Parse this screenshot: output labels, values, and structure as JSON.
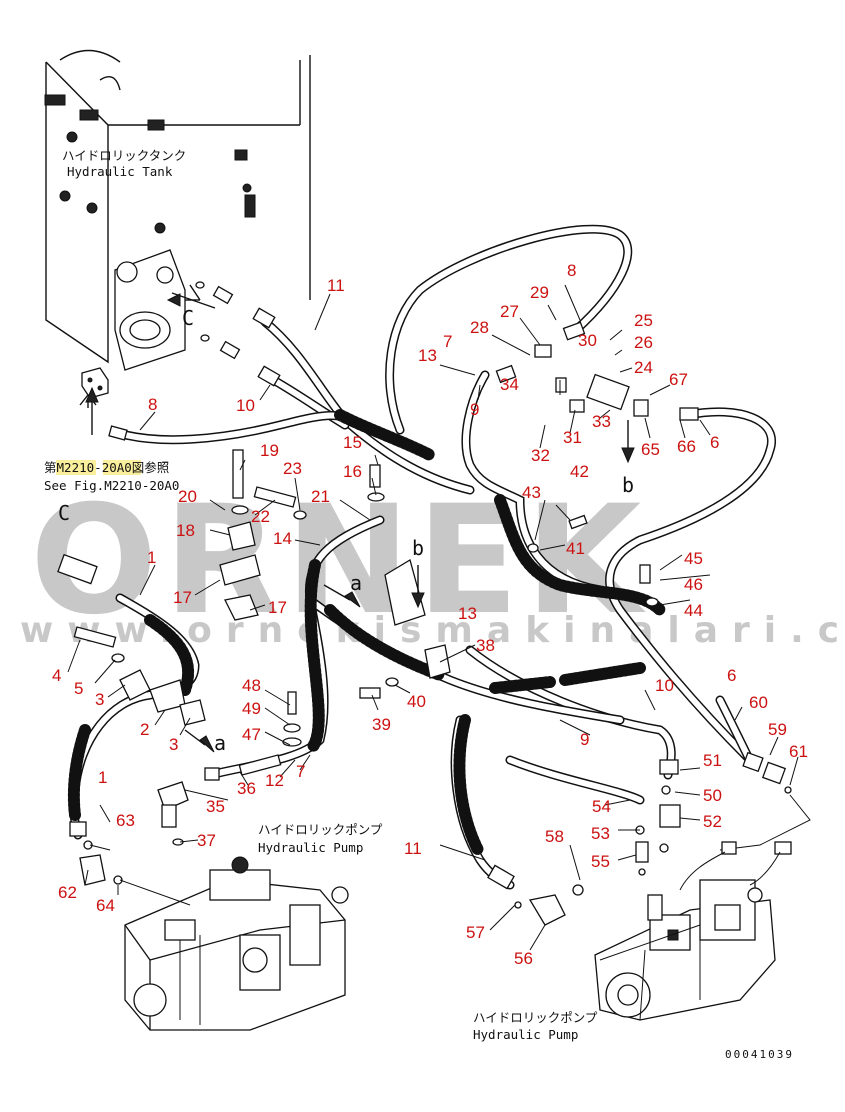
{
  "captions": {
    "tank_jp": "ハイドロリックタンク",
    "tank_en": "Hydraulic Tank",
    "pump_left_jp": "ハイドロリックポンプ",
    "pump_left_en": "Hydraulic Pump",
    "pump_right_jp": "ハイドロリックポンプ",
    "pump_right_en": "Hydraulic Pump",
    "ref_jp_prefix": "第",
    "ref_jp_highlight_a": "M2210",
    "ref_jp_mid": "-",
    "ref_jp_highlight_b": "20A0",
    "ref_jp_suffix": "図参照",
    "ref_en": "See Fig.M2210-20A0",
    "document_number": "00041039"
  },
  "markers": {
    "a": "a",
    "b": "b",
    "c": "C"
  },
  "watermark": {
    "brand": "ORNEK",
    "url": "www.ornekismakinalari.com.tr"
  },
  "colors": {
    "callout": "#cc1111",
    "line": "#111111",
    "watermark": "#c8c8c8",
    "highlight": "#f5e24a"
  },
  "callouts": {
    "c1a": "1",
    "c1b": "1",
    "c2": "2",
    "c3a": "3",
    "c3b": "3",
    "c4": "4",
    "c5": "5",
    "c6a": "6",
    "c6b": "6",
    "c7a": "7",
    "c7b": "7",
    "c8a": "8",
    "c8b": "8",
    "c9a": "9",
    "c9b": "9",
    "c10a": "10",
    "c10b": "10",
    "c11a": "11",
    "c11b": "11",
    "c12": "12",
    "c13a": "13",
    "c13b": "13",
    "c14": "14",
    "c15": "15",
    "c16": "16",
    "c17a": "17",
    "c17b": "17",
    "c18": "18",
    "c19": "19",
    "c20": "20",
    "c21": "21",
    "c22": "22",
    "c23": "23",
    "c24": "24",
    "c25": "25",
    "c26": "26",
    "c27": "27",
    "c28": "28",
    "c29": "29",
    "c30": "30",
    "c31": "31",
    "c32": "32",
    "c33": "33",
    "c34": "34",
    "c35": "35",
    "c36": "36",
    "c37": "37",
    "c38": "38",
    "c39": "39",
    "c40": "40",
    "c41": "41",
    "c42": "42",
    "c43": "43",
    "c44": "44",
    "c45": "45",
    "c46": "46",
    "c47": "47",
    "c48": "48",
    "c49": "49",
    "c50": "50",
    "c51": "51",
    "c52": "52",
    "c53": "53",
    "c54": "54",
    "c55": "55",
    "c56": "56",
    "c57": "57",
    "c58": "58",
    "c59": "59",
    "c60": "60",
    "c61": "61",
    "c62": "62",
    "c63": "63",
    "c64": "64",
    "c65": "65",
    "c66": "66",
    "c67": "67"
  }
}
